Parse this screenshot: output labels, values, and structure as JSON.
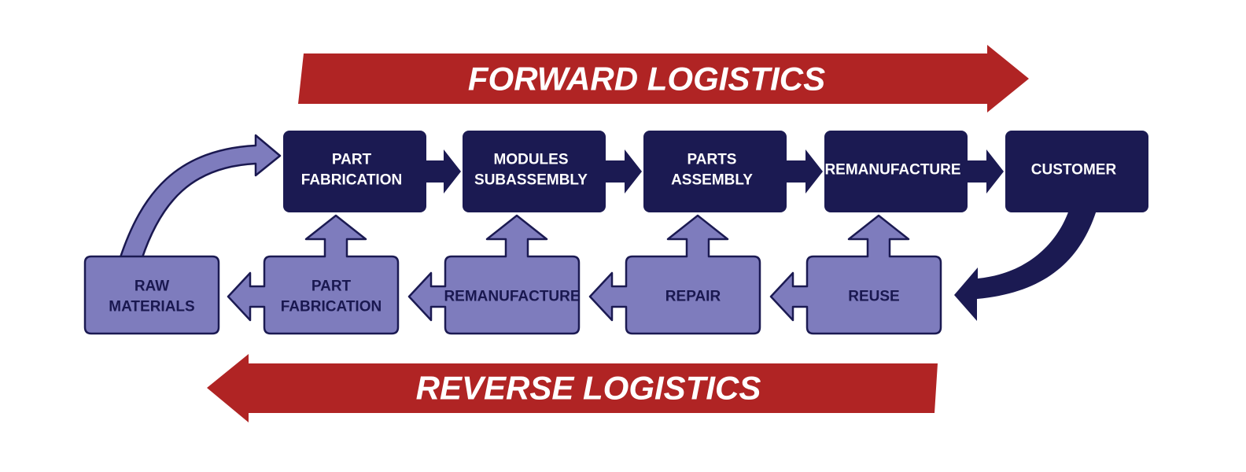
{
  "banners": {
    "forward": "FORWARD LOGISTICS",
    "reverse": "REVERSE LOGISTICS"
  },
  "forward_steps": [
    {
      "id": "part-fabrication",
      "lines": [
        "PART",
        "FABRICATION"
      ]
    },
    {
      "id": "modules-subassembly",
      "lines": [
        "MODULES",
        "SUBASSEMBLY"
      ]
    },
    {
      "id": "parts-assembly",
      "lines": [
        "PARTS",
        "ASSEMBLY"
      ]
    },
    {
      "id": "remanufacture",
      "lines": [
        "REMANUFACTURE"
      ]
    },
    {
      "id": "customer",
      "lines": [
        "CUSTOMER"
      ]
    }
  ],
  "reverse_steps": [
    {
      "id": "raw-materials",
      "lines": [
        "RAW",
        "MATERIALS"
      ]
    },
    {
      "id": "part-fabrication",
      "lines": [
        "PART",
        "FABRICATION"
      ]
    },
    {
      "id": "remanufacture",
      "lines": [
        "REMANUFACTURE"
      ]
    },
    {
      "id": "repair",
      "lines": [
        "REPAIR"
      ]
    },
    {
      "id": "reuse",
      "lines": [
        "REUSE"
      ]
    }
  ],
  "colors": {
    "red": "#b02424",
    "navy": "#1b1a52",
    "lavender": "#7e7cbd"
  }
}
